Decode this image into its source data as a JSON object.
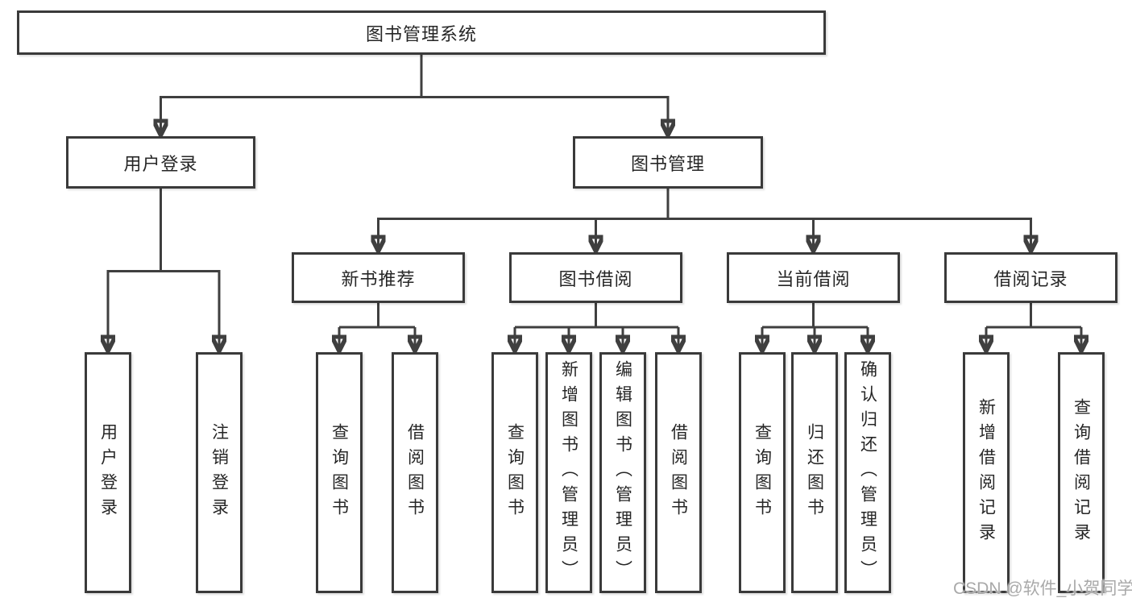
{
  "tree": {
    "label": "图书管理系统",
    "children": [
      {
        "label": "用户登录",
        "children": [
          {
            "label": "用户登录"
          },
          {
            "label": "注销登录"
          }
        ]
      },
      {
        "label": "图书管理",
        "children": [
          {
            "label": "新书推荐",
            "children": [
              {
                "label": "查询图书"
              },
              {
                "label": "借阅图书"
              }
            ]
          },
          {
            "label": "图书借阅",
            "children": [
              {
                "label": "查询图书"
              },
              {
                "label": "新增图书（管理员）"
              },
              {
                "label": "编辑图书（管理员）"
              },
              {
                "label": "借阅图书"
              }
            ]
          },
          {
            "label": "当前借阅",
            "children": [
              {
                "label": "查询图书"
              },
              {
                "label": "归还图书"
              },
              {
                "label": "确认归还（管理员）"
              }
            ]
          },
          {
            "label": "借阅记录",
            "children": [
              {
                "label": "新增借阅记录"
              },
              {
                "label": "查询借阅记录"
              }
            ]
          }
        ]
      }
    ]
  },
  "watermark": "CSDN @软件_小贺同学",
  "colors": {
    "line": "#3f3f3f",
    "box_border": "#3a3a3a",
    "text": "#262626",
    "watermark": "#a9a9a9",
    "background": "#ffffff"
  }
}
